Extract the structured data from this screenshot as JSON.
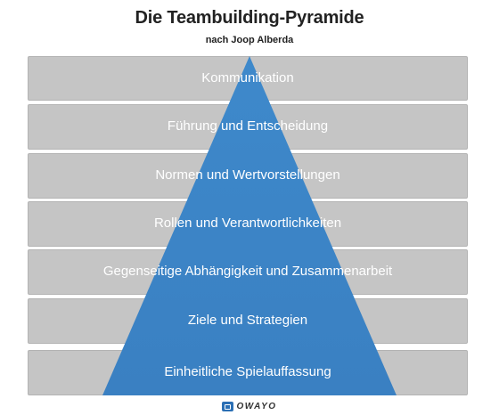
{
  "header": {
    "title": "Die Teambuilding-Pyramide",
    "subtitle": "nach Joop Alberda"
  },
  "levels": [
    {
      "label": "Kommunikation"
    },
    {
      "label": "Führung  und Entscheidung"
    },
    {
      "label": "Normen und Wertvorstellungen"
    },
    {
      "label": "Rollen und Verantwortlichkeiten"
    },
    {
      "label": "Gegenseitige Abhängigkeit und Zusammenarbeit"
    },
    {
      "label": "Ziele und Strategien"
    },
    {
      "label": "Einheitliche Spielauffassung"
    }
  ],
  "logo": {
    "text": "OWAYO"
  },
  "colors": {
    "bar": "#c5c5c5",
    "pyramid": "#3a84c6",
    "text": "#ffffff"
  }
}
